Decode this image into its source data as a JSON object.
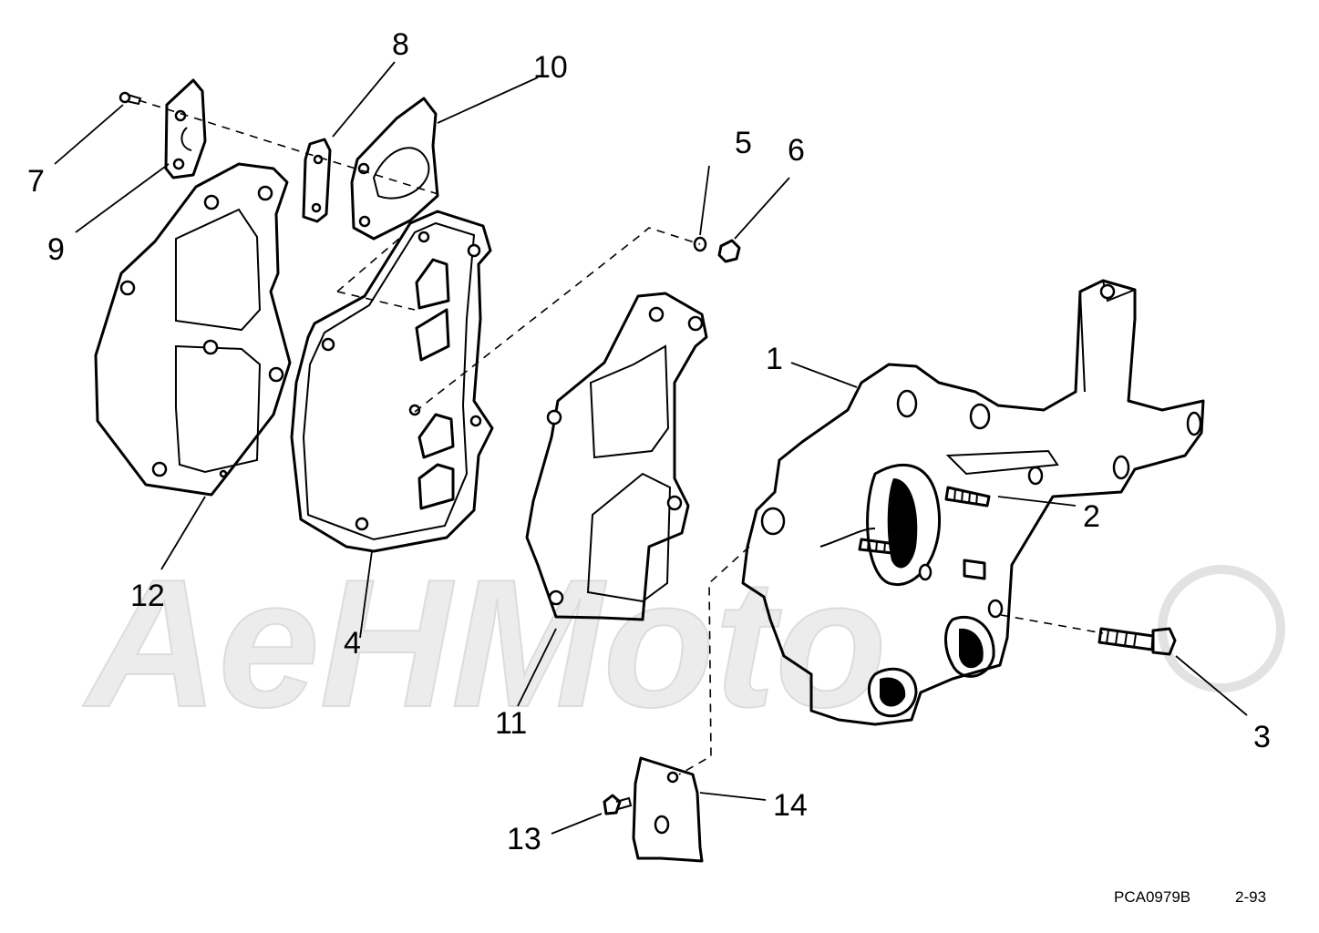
{
  "watermark": {
    "text": "AeHMoto"
  },
  "drawing_code": {
    "id": "PCA0979B",
    "date": "2-93"
  },
  "callouts": {
    "c1": "1",
    "c2": "2",
    "c3": "3",
    "c4": "4",
    "c5": "5",
    "c6": "6",
    "c7": "7",
    "c8": "8",
    "c9": "9",
    "c10": "10",
    "c11": "11",
    "c12": "12",
    "c13": "13",
    "c14": "14"
  }
}
